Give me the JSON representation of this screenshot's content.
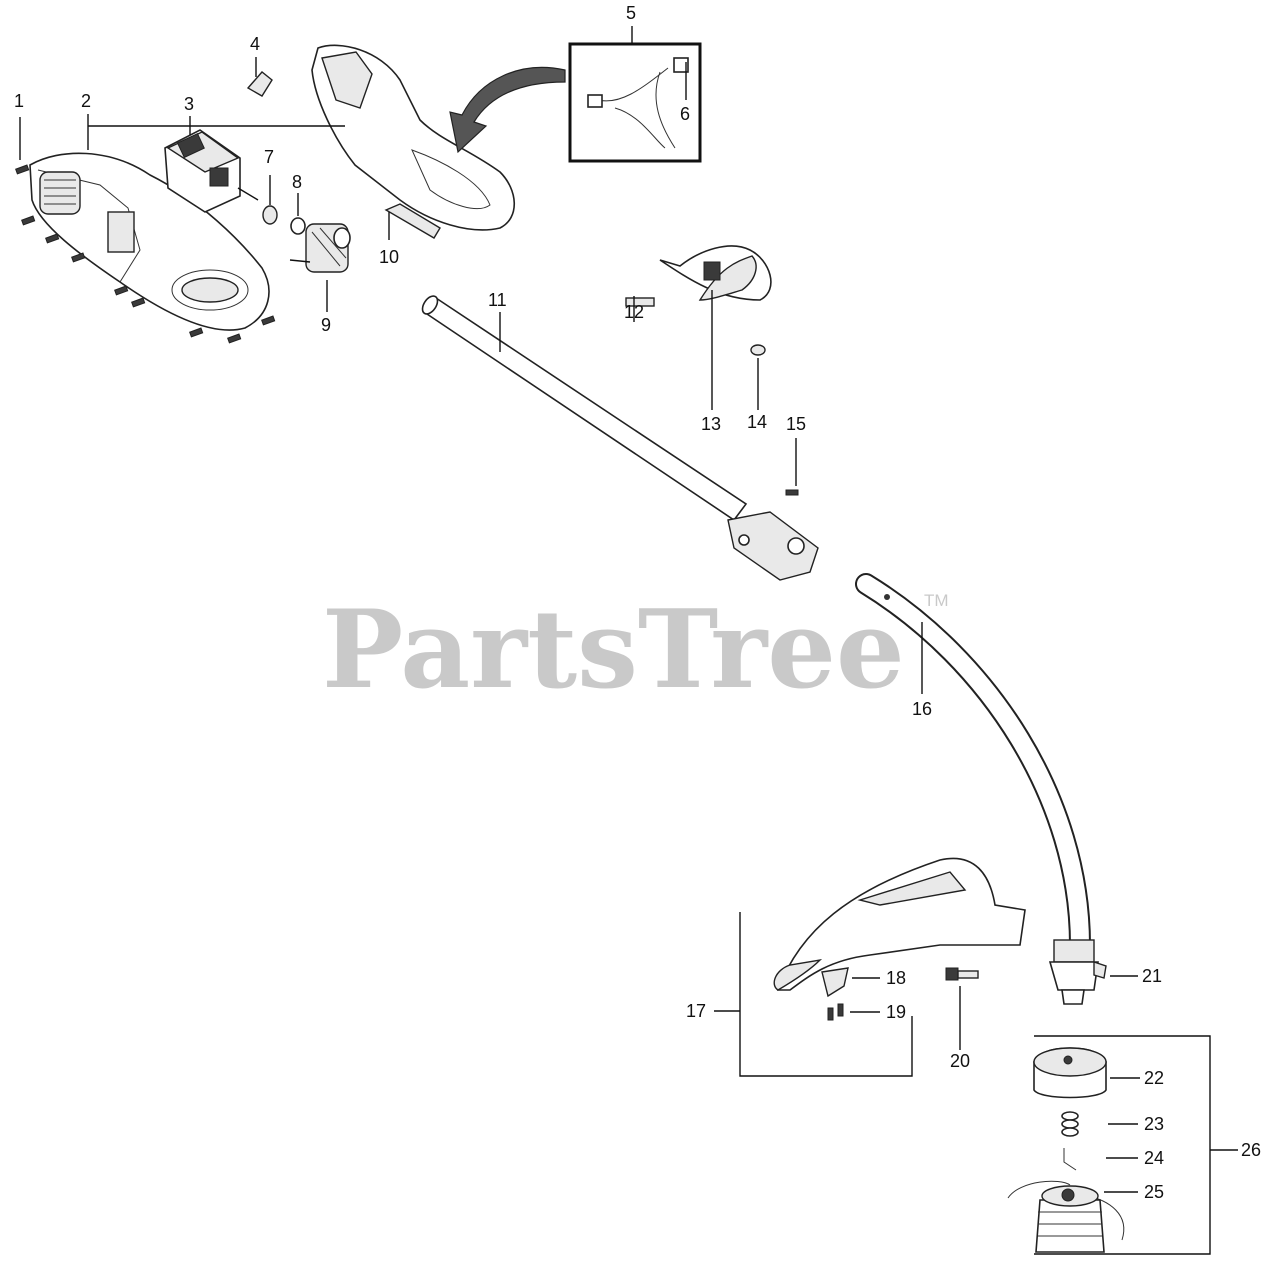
{
  "watermark": {
    "text": "PartsTree",
    "trademark": "TM"
  },
  "callouts": {
    "c1": "1",
    "c2": "2",
    "c3": "3",
    "c4": "4",
    "c5": "5",
    "c6": "6",
    "c7": "7",
    "c8": "8",
    "c9": "9",
    "c10": "10",
    "c11": "11",
    "c12": "12",
    "c13": "13",
    "c14": "14",
    "c15": "15",
    "c16": "16",
    "c17": "17",
    "c18": "18",
    "c19": "19",
    "c20": "20",
    "c21": "21",
    "c22": "22",
    "c23": "23",
    "c24": "24",
    "c25": "25",
    "c26": "26"
  }
}
